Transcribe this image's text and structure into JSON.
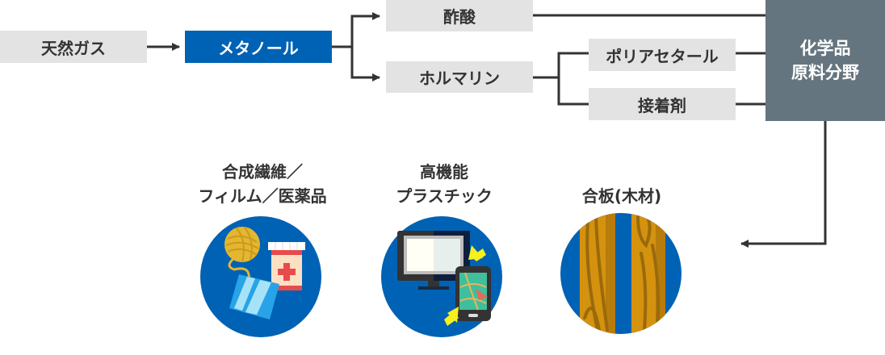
{
  "flow": {
    "source": "天然ガス",
    "methanol": "メタノール",
    "acetic_acid": "酢酸",
    "formalin": "ホルマリン",
    "polyacetal": "ポリアセタール",
    "adhesive": "接着剤",
    "chemical_field": {
      "line1": "化学品",
      "line2": "原料分野"
    }
  },
  "applications": [
    {
      "line1": "合成繊維／",
      "line2": "フィルム／医薬品",
      "icon": "yarn-medicine-film-icon"
    },
    {
      "line1": "高機能",
      "line2": "プラスチック",
      "icon": "monitor-smartphone-icon"
    },
    {
      "line1": "合板(木材)",
      "line2": "",
      "icon": "plywood-wood-icon"
    }
  ],
  "colors": {
    "accent_blue": "#0062b4",
    "slate": "#65757f",
    "box_gray": "#e3e3e3",
    "line": "#333333"
  }
}
